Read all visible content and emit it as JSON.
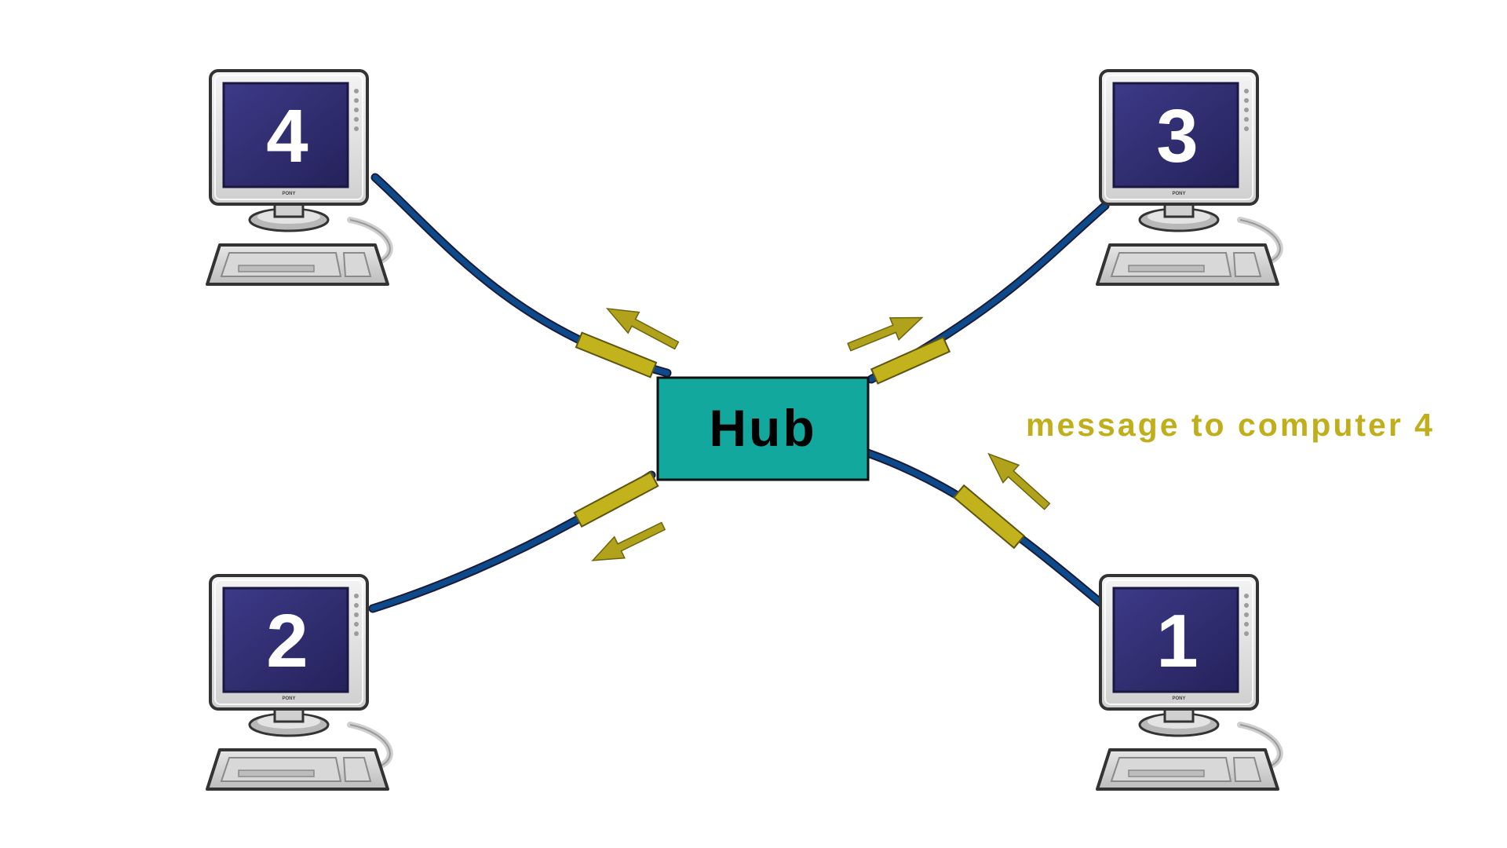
{
  "hub": {
    "label": "Hub"
  },
  "message": {
    "label": "message to computer 4"
  },
  "computers": [
    {
      "id": "1",
      "label": "1",
      "brand": "PONY"
    },
    {
      "id": "2",
      "label": "2",
      "brand": "PONY"
    },
    {
      "id": "3",
      "label": "3",
      "brand": "PONY"
    },
    {
      "id": "4",
      "label": "4",
      "brand": "PONY"
    }
  ],
  "colors": {
    "cable": "#0d4a8c",
    "connector": "#c2b21c",
    "arrow": "#b0a21a",
    "hub_fill": "#13a89e",
    "screen": "#2e2a6e",
    "message_text": "#c0ae1a"
  }
}
